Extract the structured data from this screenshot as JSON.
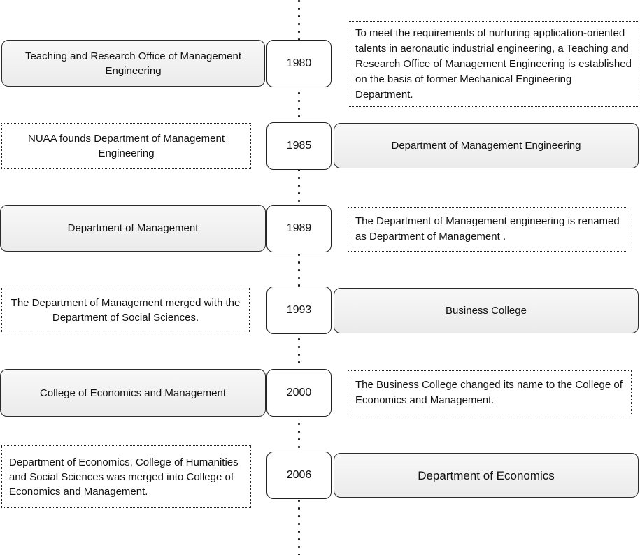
{
  "timeline": {
    "axis": {
      "orientation": "vertical",
      "style": "dotted"
    },
    "colors": {
      "solid_fill": "#f2f2f2",
      "border": "#000000",
      "background": "#ffffff"
    },
    "rows": [
      {
        "year": "1980",
        "left": {
          "text": "Teaching and Research Office of Management Engineering",
          "variant": "solid"
        },
        "right": {
          "text": "To meet the requirements of nurturing application-oriented talents in aeronautic industrial engineering, a Teaching and Research Office of Management Engineering is established on the basis of former Mechanical Engineering Department.",
          "variant": "dotted"
        }
      },
      {
        "year": "1985",
        "left": {
          "text": "NUAA founds Department of Management Engineering",
          "variant": "dotted"
        },
        "right": {
          "text": "Department of Management Engineering",
          "variant": "solid"
        }
      },
      {
        "year": "1989",
        "left": {
          "text": "Department of Management",
          "variant": "solid"
        },
        "right": {
          "text": "The Department of Management engineering is renamed as Department of Management .",
          "variant": "dotted"
        }
      },
      {
        "year": "1993",
        "left": {
          "text": "The Department of Management merged with the Department of Social Sciences.",
          "variant": "dotted"
        },
        "right": {
          "text": "Business College",
          "variant": "solid"
        }
      },
      {
        "year": "2000",
        "left": {
          "text": "College of Economics and Management",
          "variant": "solid"
        },
        "right": {
          "text": "The Business College changed its name to the College of Economics and Management.",
          "variant": "dotted"
        }
      },
      {
        "year": "2006",
        "left": {
          "text": "Department of Economics, College of Humanities and Social Sciences was merged into College of Economics and Management.",
          "variant": "dotted"
        },
        "right": {
          "text": "Department of Economics",
          "variant": "solid"
        }
      }
    ]
  }
}
